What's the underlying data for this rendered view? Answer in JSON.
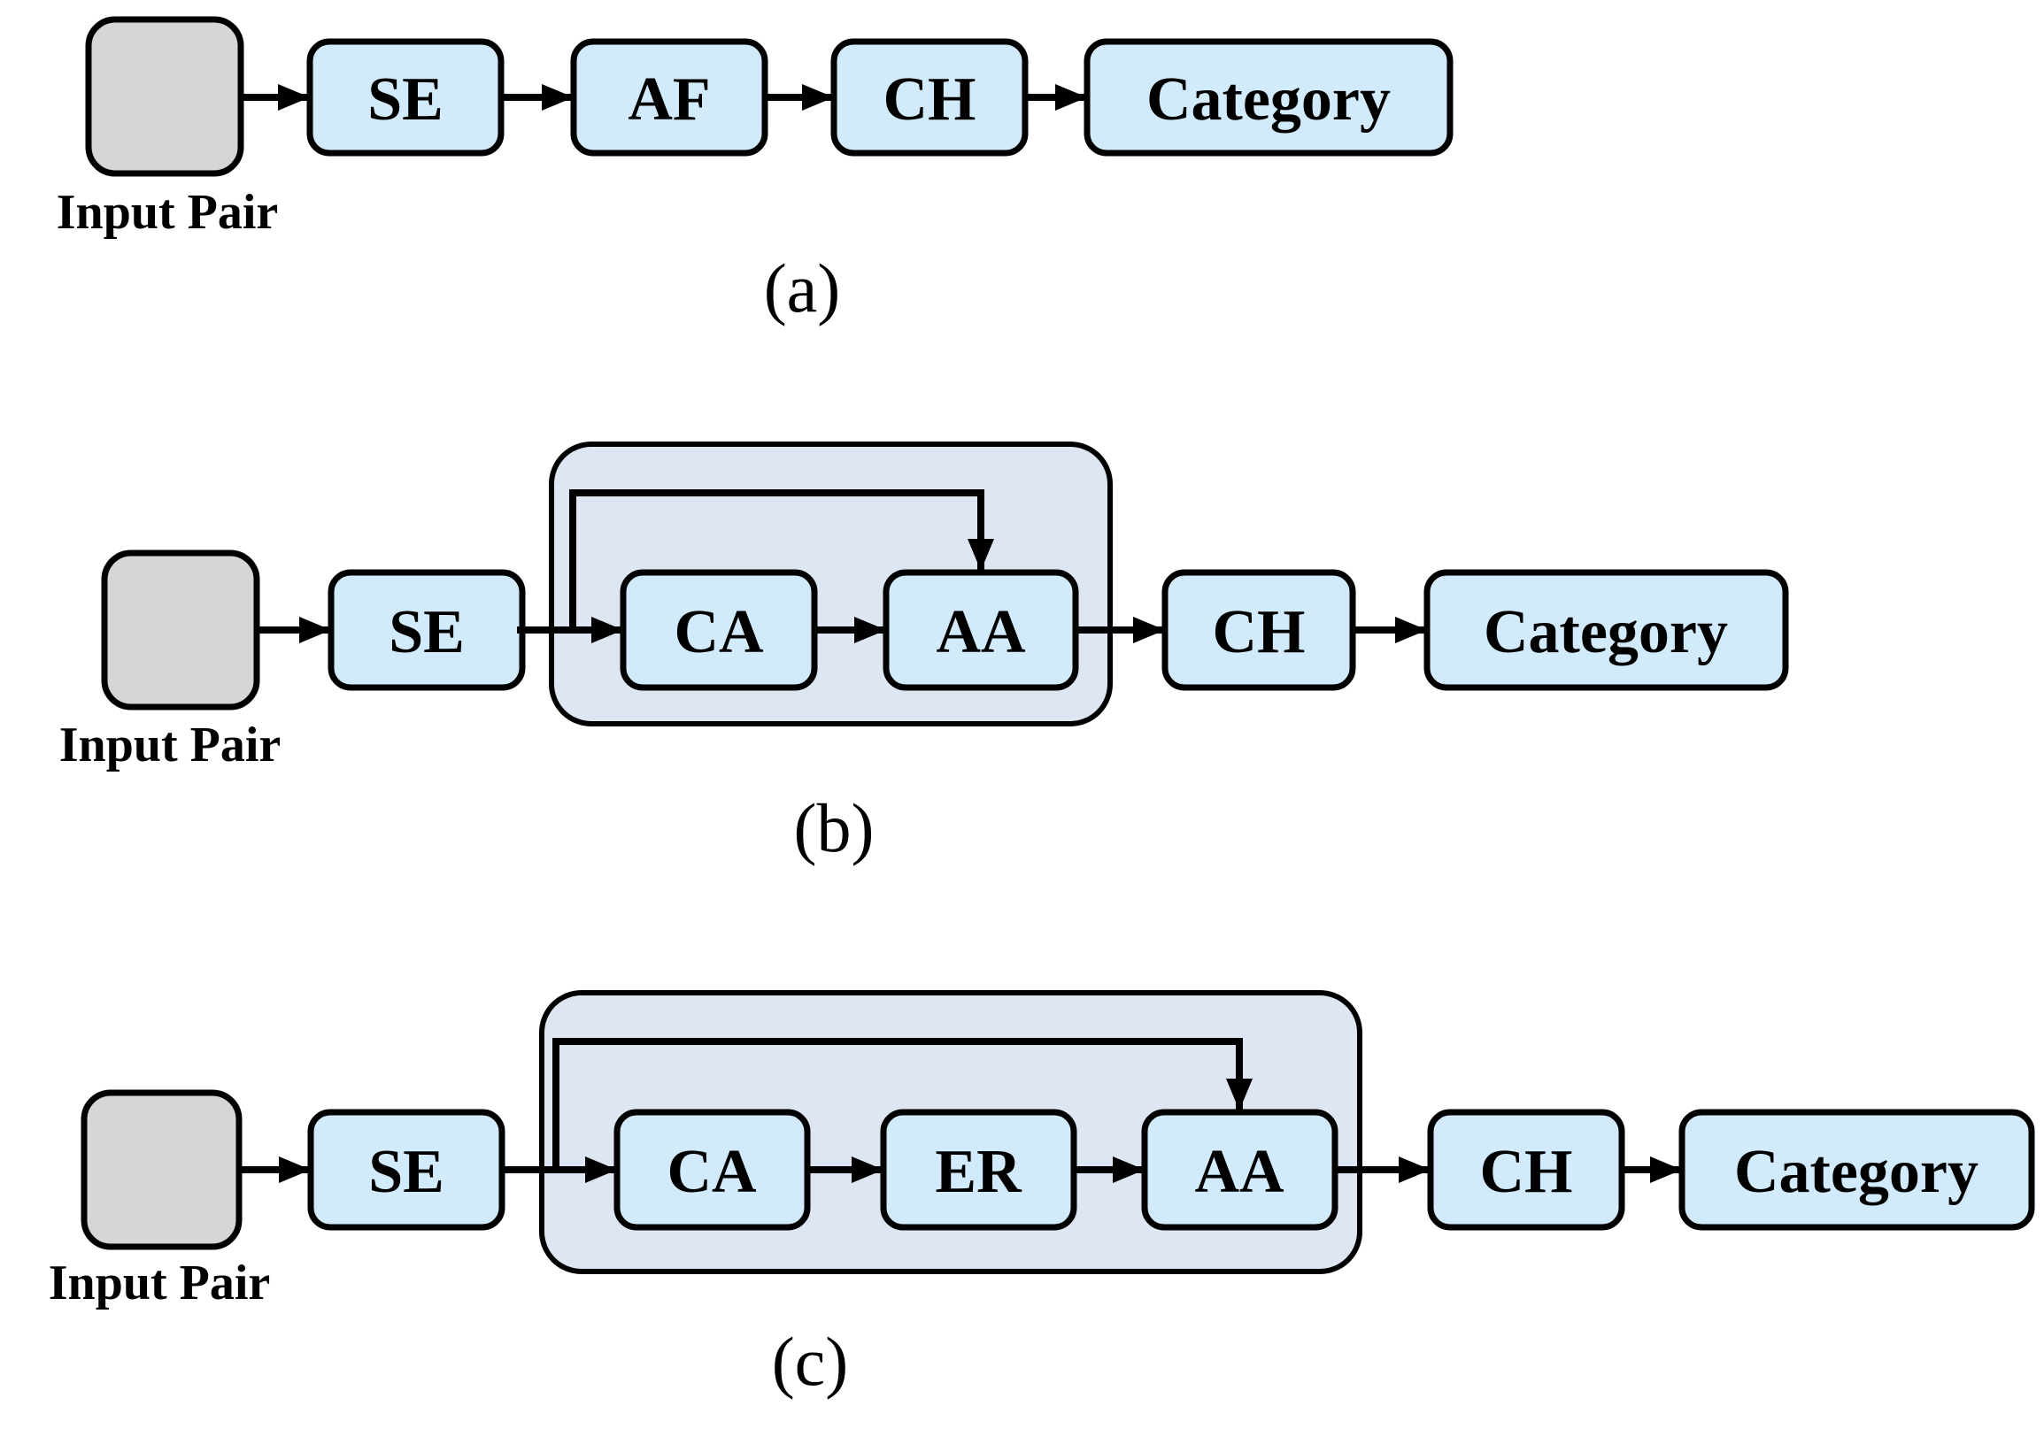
{
  "colors": {
    "node_fill": "#d2ebfc",
    "input_fill": "#d6d6d6",
    "group_fill": "#dde6f2",
    "stroke": "#000000",
    "background": "#ffffff"
  },
  "panels": [
    {
      "caption": "(a)",
      "input_label": "Input Pair",
      "nodes": [
        {
          "id": "se",
          "label": "SE",
          "in_group": false
        },
        {
          "id": "af",
          "label": "AF",
          "in_group": false
        },
        {
          "id": "ch",
          "label": "CH",
          "in_group": false
        },
        {
          "id": "category",
          "label": "Category",
          "in_group": false
        }
      ],
      "skip_connection": false
    },
    {
      "caption": "(b)",
      "input_label": "Input Pair",
      "nodes": [
        {
          "id": "se",
          "label": "SE",
          "in_group": false
        },
        {
          "id": "ca",
          "label": "CA",
          "in_group": true
        },
        {
          "id": "aa",
          "label": "AA",
          "in_group": true
        },
        {
          "id": "ch",
          "label": "CH",
          "in_group": false
        },
        {
          "id": "category",
          "label": "Category",
          "in_group": false
        }
      ],
      "skip_connection": {
        "from": "SE output",
        "to": "AA"
      }
    },
    {
      "caption": "(c)",
      "input_label": "Input Pair",
      "nodes": [
        {
          "id": "se",
          "label": "SE",
          "in_group": false
        },
        {
          "id": "ca",
          "label": "CA",
          "in_group": true
        },
        {
          "id": "er",
          "label": "ER",
          "in_group": true
        },
        {
          "id": "aa",
          "label": "AA",
          "in_group": true
        },
        {
          "id": "ch",
          "label": "CH",
          "in_group": false
        },
        {
          "id": "category",
          "label": "Category",
          "in_group": false
        }
      ],
      "skip_connection": {
        "from": "SE output",
        "to": "AA"
      }
    }
  ]
}
